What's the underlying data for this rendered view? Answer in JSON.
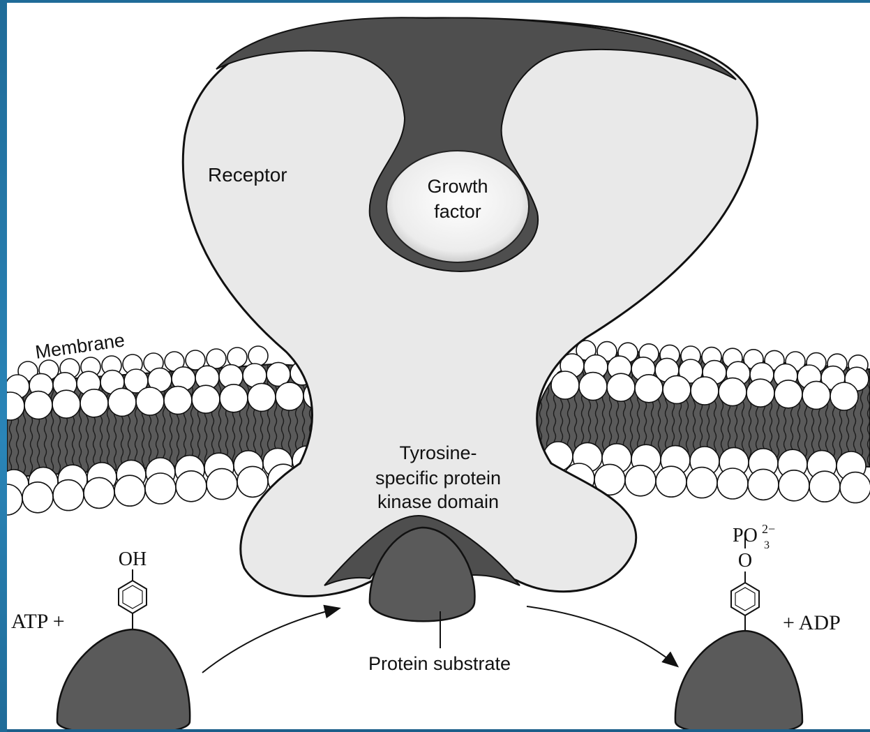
{
  "labels": {
    "receptor": "Receptor",
    "growth_factor_line1": "Growth",
    "growth_factor_line2": "factor",
    "membrane": "Membrane",
    "kinase_line1": "Tyrosine-",
    "kinase_line2": "specific protein",
    "kinase_line3": "kinase domain",
    "protein_substrate": "Protein substrate",
    "hydroxyl": "OH",
    "atp_plus": "ATP +",
    "phosphate": "PO",
    "phosphate_sup": "2−",
    "phosphate_sub": "3",
    "oxygen": "O",
    "plus_adp": "+ ADP"
  },
  "colors": {
    "receptor_fill": "#e9e9e9",
    "dark_fill": "#4e4e4e",
    "lipid_head": "#ffffff",
    "outline": "#111111"
  }
}
